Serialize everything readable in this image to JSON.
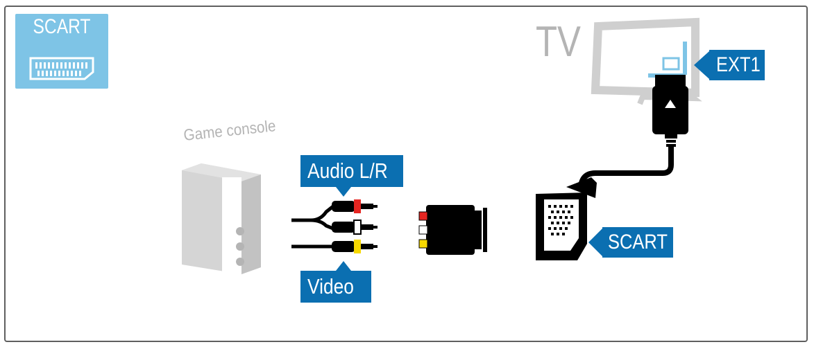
{
  "badge": {
    "label": "SCART",
    "icon": "scart-connector-icon",
    "color": "#7ec4e6"
  },
  "tv": {
    "label": "TV",
    "port_label": "EXT1"
  },
  "console": {
    "label": "Game console"
  },
  "cables": {
    "audio_label": "Audio L/R",
    "video_label": "Video"
  },
  "adapter": {
    "label": "SCART"
  },
  "colors": {
    "tag_blue": "#0b6fb1",
    "light_blue": "#7ec4e6",
    "device_grey": "#d5d5d5",
    "label_grey": "#b4b4b4",
    "plug_red": "#e52521",
    "plug_white": "#ffffff",
    "plug_yellow": "#f6d800"
  }
}
